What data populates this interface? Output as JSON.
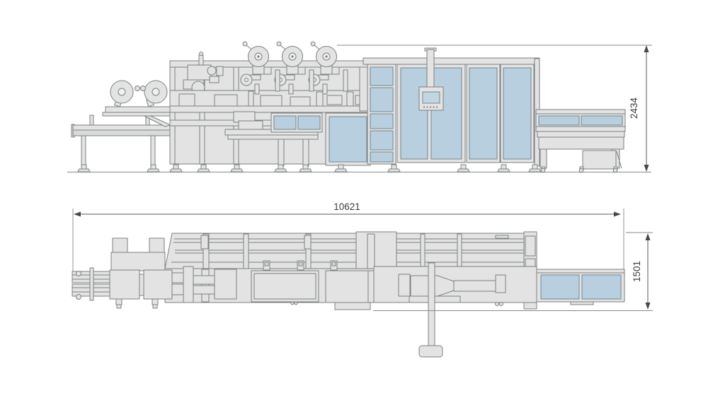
{
  "drawing": {
    "type": "technical-drawing",
    "views": [
      {
        "id": "side-elevation",
        "description": "side elevation view of packaging machine line"
      },
      {
        "id": "top-plan",
        "description": "top plan view of packaging machine line"
      }
    ],
    "dimensions": {
      "height": "2434",
      "length": "10621",
      "width": "1501"
    },
    "colors": {
      "background": "#ffffff",
      "machine_fill": "#e2e3e2",
      "machine_outline": "#7d8183",
      "glass_panel_fill": "#b7cfde",
      "dimension_line": "#55585a",
      "dimension_text": "#3a3d40"
    }
  }
}
